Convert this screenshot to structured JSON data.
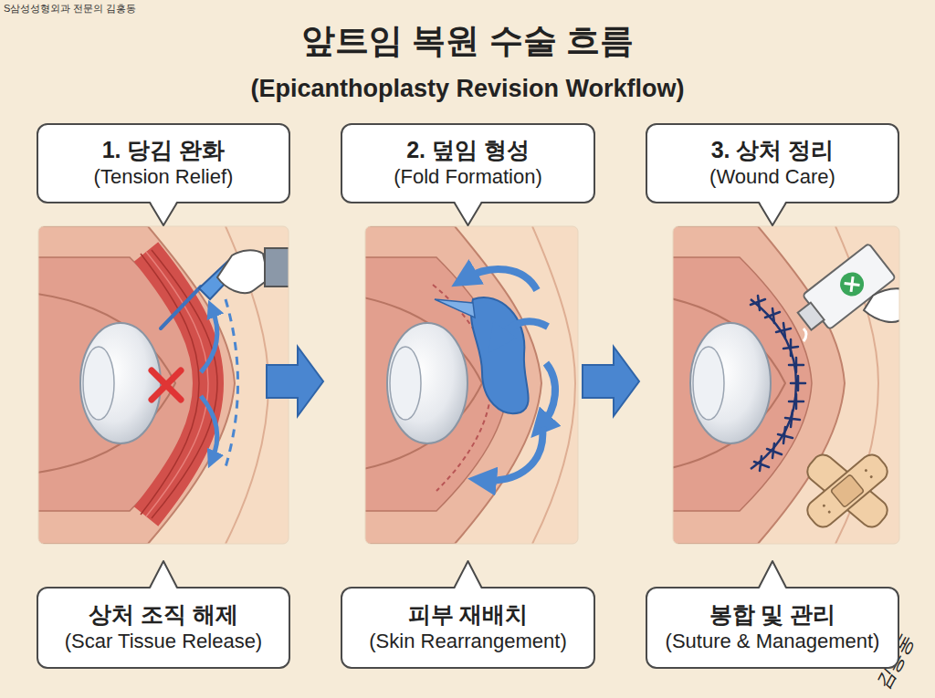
{
  "diagram": {
    "title": "앞트임 복원 수술 흐름",
    "nodes": [
      {
        "text": [
          "1. 당김 완화",
          "(Tension Relief)"
        ]
      },
      {
        "text": [
          "2. 덮임 형성",
          "(Fold Formation)"
        ]
      },
      {
        "text": [
          "3. 상처 정리",
          "(Wound Care)"
        ]
      },
      {
        "text": [
          "상처 조직 해제",
          "(Scar Tissue Release)"
        ]
      },
      {
        "text": [
          "피부 재배치",
          "(Skin Rearrangement)"
        ]
      },
      {
        "text": [
          "봉합 및 관리",
          "(Suture & Management)"
        ]
      }
    ],
    "labels": [
      "S삼성성형외과 전문의 김홍동",
      "(Epicanthoplasty Revision Workflow)",
      "김홍동"
    ]
  }
}
